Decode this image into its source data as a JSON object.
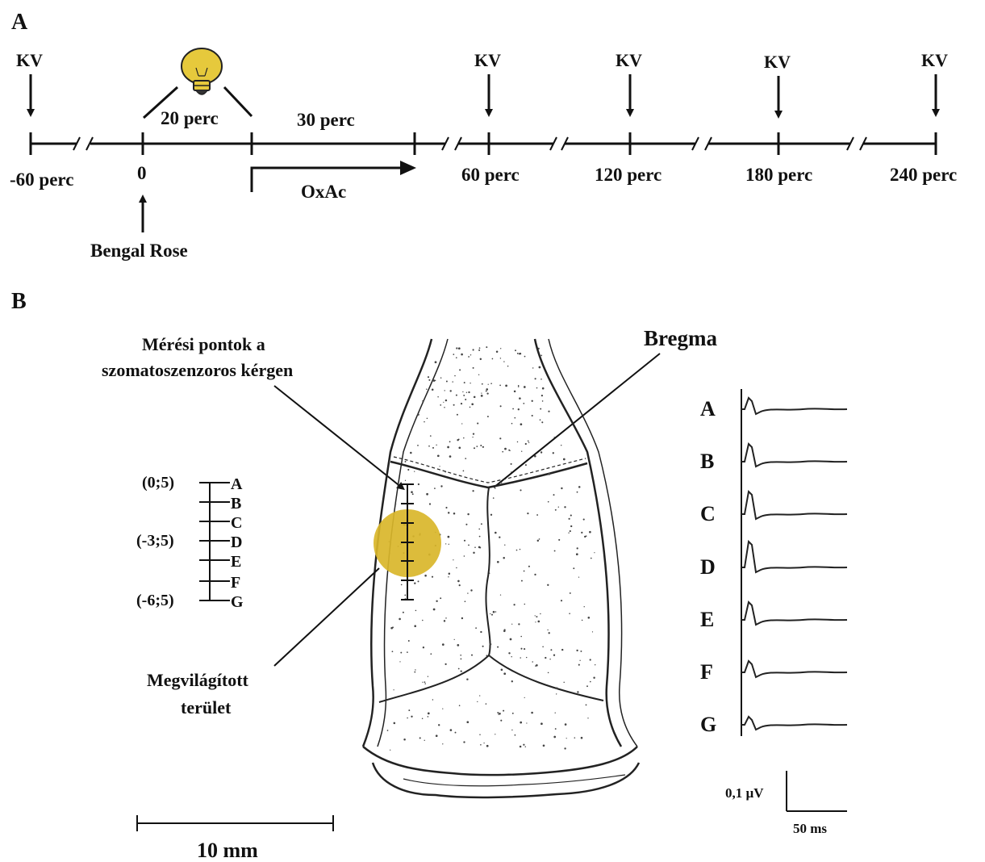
{
  "panel_a": {
    "letter": "A",
    "kv_label": "KV",
    "timeline_labels": {
      "t_minus60": "-60 perc",
      "t_zero": "0",
      "t_60": "60 perc",
      "t_120": "120 perc",
      "t_180": "180 perc",
      "t_240": "240 perc"
    },
    "illumination_duration": "20 perc",
    "interval_duration": "30 perc",
    "oxac_label": "OxAc",
    "injection_label": "Bengal Rose",
    "lamp_color": "#e6c93c"
  },
  "panel_b": {
    "letter": "B",
    "measurement_label_line1": "Mérési pontok a",
    "measurement_label_line2": "szomatoszenzoros kérgen",
    "bregma_label": "Bregma",
    "illuminated_label_line1": "Megvilágított",
    "illuminated_label_line2": "terület",
    "illuminated_color": "#d9b62a",
    "coord_top": "(0;5)",
    "coord_mid": "(-3;5)",
    "coord_bottom": "(-6;5)",
    "point_letters": [
      "A",
      "B",
      "C",
      "D",
      "E",
      "F",
      "G"
    ],
    "trace_letters": [
      "A",
      "B",
      "C",
      "D",
      "E",
      "F",
      "G"
    ],
    "scale_bar_label": "10 mm",
    "amplitude_scale_label": "0,1 µV",
    "time_scale_label": "50 ms"
  }
}
